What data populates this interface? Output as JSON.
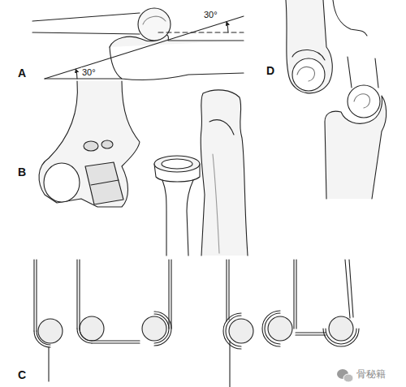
{
  "diagram": {
    "labels": [
      "30°",
      "A",
      "30°",
      "D",
      "B",
      "C",
      "骨秘籍"
    ]
  }
}
